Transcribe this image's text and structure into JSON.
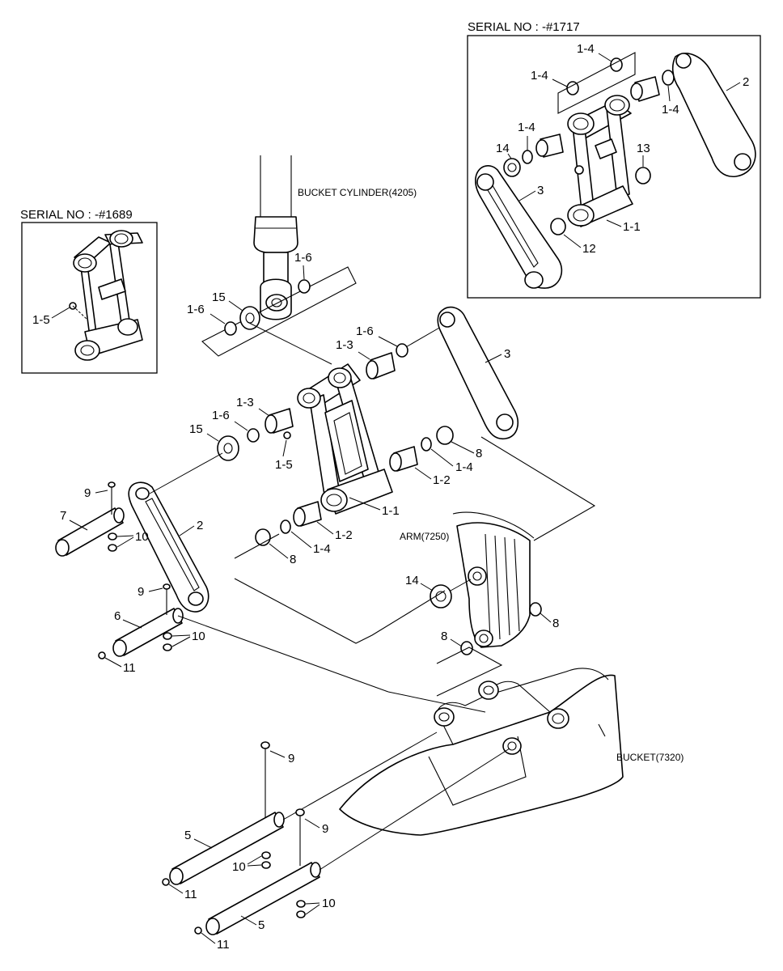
{
  "serial_left": "SERIAL NO : -#1689",
  "serial_right": "SERIAL NO : -#1717",
  "captions": {
    "bucket_cylinder": "BUCKET CYLINDER(4205)",
    "arm": "ARM(7250)",
    "bucket": "BUCKET(7320)"
  },
  "callouts": {
    "left_inset": [
      "1-5"
    ],
    "right_inset": [
      "1-4",
      "1-4",
      "1-4",
      "1-4",
      "2",
      "14",
      "13",
      "3",
      "1-1",
      "12"
    ],
    "main": [
      "1-6",
      "15",
      "1-6",
      "1-6",
      "1-3",
      "3",
      "1-3",
      "1-6",
      "15",
      "1-5",
      "8",
      "1-4",
      "1-2",
      "1-1",
      "9",
      "7",
      "2",
      "10",
      "1-2",
      "1-4",
      "8",
      "14",
      "9",
      "6",
      "10",
      "11",
      "8",
      "8",
      "9",
      "9",
      "5",
      "10",
      "11",
      "10",
      "5",
      "11"
    ]
  }
}
